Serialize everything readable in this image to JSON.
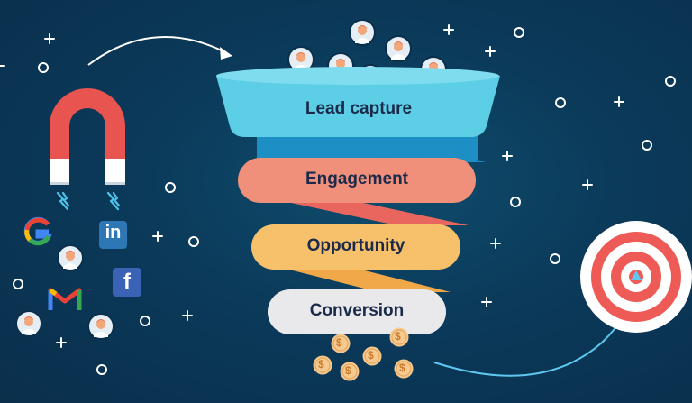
{
  "funnel": {
    "stages": [
      {
        "label": "Lead capture",
        "color": "#5ccfe6"
      },
      {
        "label": "Engagement",
        "color": "#f0907a"
      },
      {
        "label": "Opportunity",
        "color": "#f7c06a"
      },
      {
        "label": "Conversion",
        "color": "#e9e9ec"
      }
    ],
    "ribbon_colors": [
      "#1d8fc4",
      "#e8665e",
      "#f0a848"
    ]
  },
  "sources": {
    "google_logo_text": "G",
    "linkedin_logo_text": "in",
    "facebook_logo_text": "f",
    "gmail_logo_text": "M"
  },
  "coin_symbol": "$",
  "colors": {
    "background": "#0b3a5a",
    "magnet_red": "#e8544f",
    "target_red": "#ee5a55",
    "arrow_blue": "#5fc8f0",
    "lightning": "#4cc4ea",
    "coin": "#f6c98f"
  }
}
